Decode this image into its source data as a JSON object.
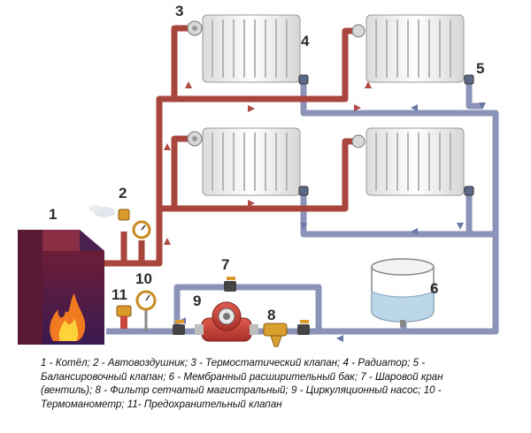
{
  "labels": {
    "boiler": "1",
    "air_vent": "2",
    "thermo_valve": "3",
    "radiator": "4",
    "balancing_valve": "5",
    "expansion_tank": "6",
    "ball_valve": "7",
    "filter": "8",
    "pump": "9",
    "thermomanometer": "10",
    "safety_valve": "11"
  },
  "legend": {
    "line1": "1 - Котёл; 2 - Автовоздушник; 3 - Термостатический клапан; 4 - Радиатор; 5 -",
    "line2": "Балансировочный клапан; 6 - Мембранный расширительный бак; 7 - Шаровой кран",
    "line3": "(вентиль); 8 -  Фильтр сетчатый магистральный; 9 - Циркуляционный насос; 10 -",
    "line4": "Термоманометр; 11- Предохранительный клапан"
  },
  "colors": {
    "supply_pipe": "#a8463e",
    "return_pipe": "#8b93b8",
    "boiler_body": "#7a2a3a",
    "radiator": "#f2f2f2",
    "pump": "#c8463c",
    "filter": "#d9a030",
    "tank_water": "#bcd6ea"
  }
}
